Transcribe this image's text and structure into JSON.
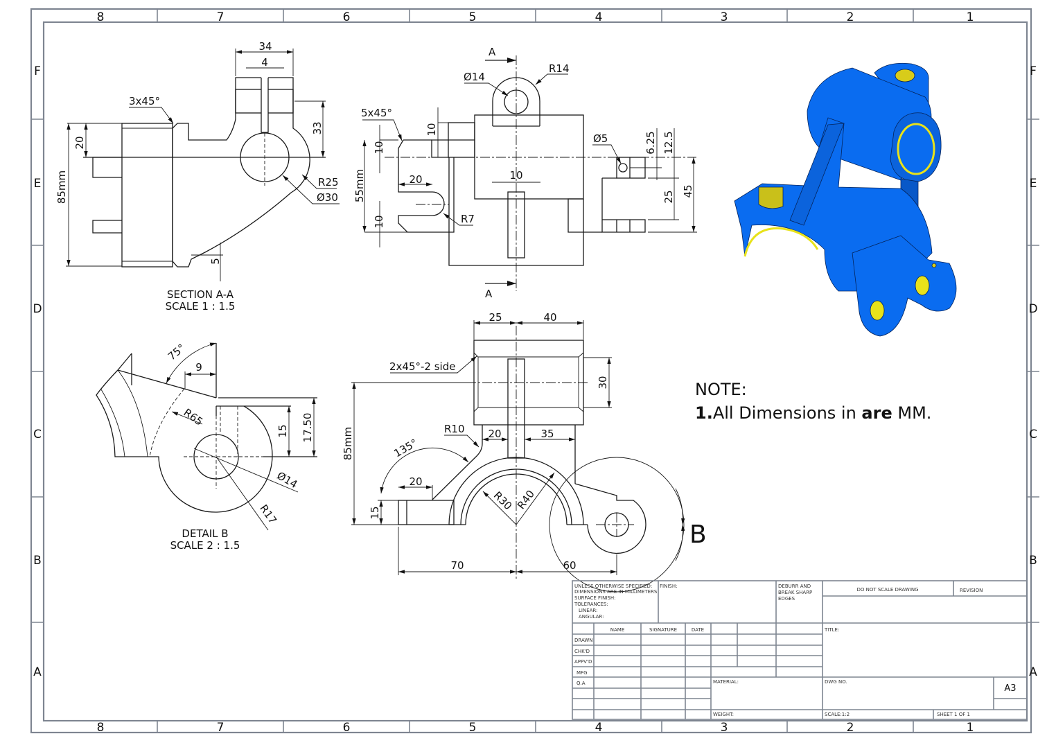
{
  "zones": {
    "columns": [
      "8",
      "7",
      "6",
      "5",
      "4",
      "3",
      "2",
      "1"
    ],
    "rows": [
      "F",
      "E",
      "D",
      "C",
      "B",
      "A"
    ]
  },
  "section_view": {
    "label": "SECTION A-A",
    "scale": "SCALE 1 : 1.5",
    "dims": {
      "width_top": "34",
      "slot": "4",
      "chamfer": "3x45°",
      "height_20": "20",
      "height_total": "85mm",
      "height_33": "33",
      "radius": "R25",
      "diameter": "Ø30",
      "bottom": "5"
    }
  },
  "top_view": {
    "section_marker": "A",
    "dims": {
      "hole": "Ø14",
      "radius_top": "R14",
      "chamfer": "5x45°",
      "h10_a": "10",
      "h10_b": "10",
      "h10_c": "10",
      "width_55": "55mm",
      "slot_20": "20",
      "radius_r7": "R7",
      "rib_10": "10",
      "hole_small": "Ø5",
      "d_625": "6.25",
      "d_125": "12.5",
      "d_25": "25",
      "d_45": "45"
    }
  },
  "detail_view": {
    "label": "DETAIL B",
    "scale": "SCALE 2 : 1.5",
    "dims": {
      "angle": "75°",
      "d9": "9",
      "r65": "R65",
      "d15": "15",
      "d1750": "17.50",
      "hole": "Ø14",
      "r17": "R17"
    }
  },
  "front_view": {
    "detail_marker": "B",
    "dims": {
      "d25": "25",
      "d40": "40",
      "chamfer": "2x45°-2 side",
      "d30": "30",
      "height": "85mm",
      "r10": "R10",
      "d20_top": "20",
      "d35": "35",
      "angle": "135°",
      "d20_base": "20",
      "d15": "15",
      "r30": "R30",
      "r40": "R40",
      "d70": "70",
      "d60": "60"
    }
  },
  "note": {
    "heading": "NOTE:",
    "number": "1.",
    "text_before": "All Dimensions in ",
    "text_bold": "are",
    "text_after": " MM."
  },
  "colors": {
    "part_blue": "#0a6cf0",
    "part_yellow": "#e8e21a",
    "frame_gray": "#7e8591"
  },
  "title_block": {
    "unless_lines": [
      "UNLESS OTHERWISE SPECIFIED:",
      "DIMENSIONS ARE IN MILLIMETERS",
      "SURFACE FINISH:",
      "TOLERANCES:",
      "   LINEAR:",
      "   ANGULAR:"
    ],
    "finish": "FINISH:",
    "deburr_lines": [
      "DEBURR AND",
      "BREAK SHARP",
      "EDGES"
    ],
    "do_not_scale": "DO NOT SCALE DRAWING",
    "revision": "REVISION",
    "headers": [
      "NAME",
      "SIGNATURE",
      "DATE"
    ],
    "roles": [
      "DRAWN",
      "CHK'D",
      "APPV'D",
      "MFG",
      "Q.A"
    ],
    "title": "TITLE:",
    "material": "MATERIAL:",
    "dwg_no": "DWG NO.",
    "size": "A3",
    "weight": "WEIGHT:",
    "scale": "SCALE:1:2",
    "sheet": "SHEET 1 OF 1"
  }
}
